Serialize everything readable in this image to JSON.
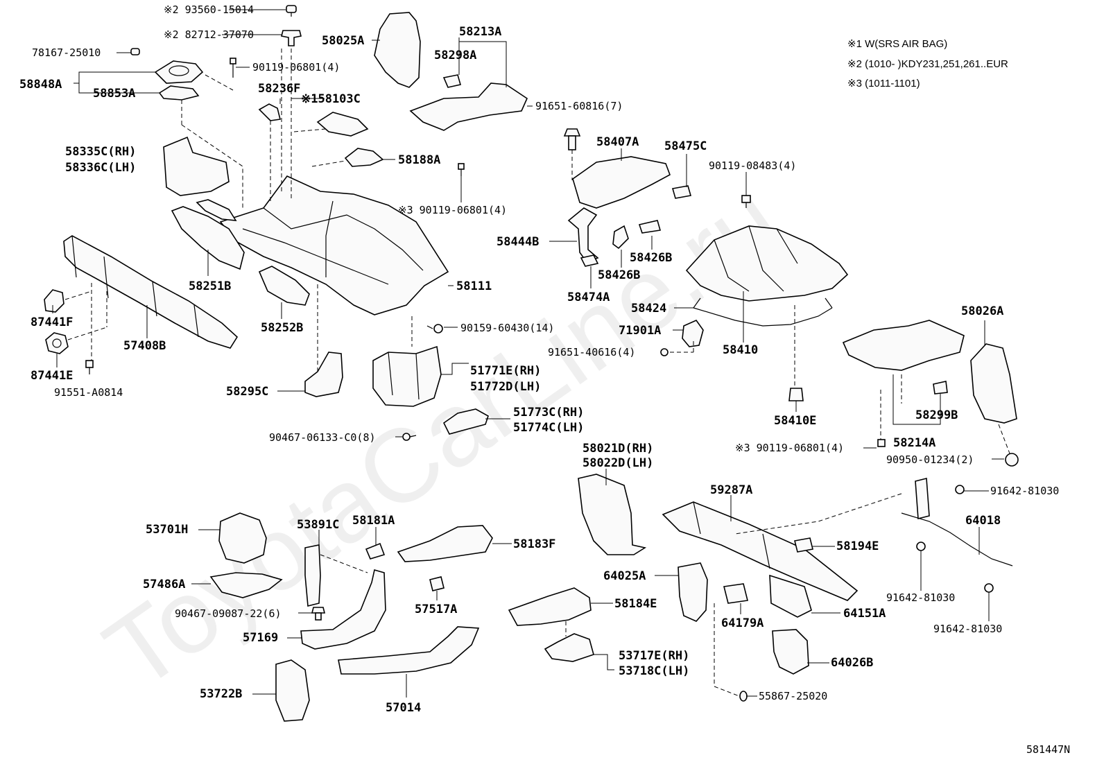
{
  "notes": {
    "n1": "※1 W(SRS AIR BAG)",
    "n2": "※2 (1010-      )KDY231,251,261..EUR",
    "n3": "※3 (1011-1101)"
  },
  "watermark": "ToyotaCarLine.ru",
  "diagram_code": "581447N",
  "labels": {
    "p93560": "※2 93560-15014",
    "p82712": "※2 82712-37070",
    "p78167": "78167-25010",
    "p90119a": "90119-06801(4)",
    "p58848A": "58848A",
    "p58853A": "58853A",
    "p58025A": "58025A",
    "p58213A": "58213A",
    "p58298A": "58298A",
    "p58236F": "58236F",
    "p158103C": "※158103C",
    "p91651a": "91651-60816(7)",
    "p58335C": "58335C(RH)",
    "p58336C": "58336C(LH)",
    "p58188A": "58188A",
    "p90119b": "※3 90119-06801(4)",
    "p58407A": "58407A",
    "p58475C": "58475C",
    "p90119c": "90119-08483(4)",
    "p58444B": "58444B",
    "p58426Ba": "58426B",
    "p58426Bb": "58426B",
    "p58474A": "58474A",
    "p58251B": "58251B",
    "p58111": "58111",
    "p87441F": "87441F",
    "p87441E": "87441E",
    "p57408B": "57408B",
    "p58252B": "58252B",
    "p58424": "58424",
    "p71901A": "71901A",
    "p58410": "58410",
    "p91651b": "91651-40616(4)",
    "p90159": "90159-60430(14)",
    "p51771E": "51771E(RH)",
    "p51772D": "51772D(LH)",
    "p91551": "91551-A0814",
    "p58295C": "58295C",
    "p58026A": "58026A",
    "p58410E": "58410E",
    "p51773C": "51773C(RH)",
    "p51774C": "51774C(LH)",
    "p90467a": "90467-06133-C0(8)",
    "p58299B": "58299B",
    "p58214A": "58214A",
    "p90119d": "※3 90119-06801(4)",
    "p90950": "90950-01234(2)",
    "p58021D": "58021D(RH)",
    "p58022D": "58022D(LH)",
    "p59287A": "59287A",
    "p91642a": "91642-81030",
    "p64018": "64018",
    "p53701H": "53701H",
    "p53891C": "53891C",
    "p58181A": "58181A",
    "p58183F": "58183F",
    "p58194E": "58194E",
    "p57486A": "57486A",
    "p57517A": "57517A",
    "p64025A": "64025A",
    "p91642b": "91642-81030",
    "p90467b": "90467-09087-22(6)",
    "p58184E": "58184E",
    "p64179A": "64179A",
    "p64151A": "64151A",
    "p91642c": "91642-81030",
    "p57169": "57169",
    "p53717E": "53717E(RH)",
    "p53718C": "53718C(LH)",
    "p64026B": "64026B",
    "p53722B": "53722B",
    "p57014": "57014",
    "p55867": "55867-25020"
  }
}
